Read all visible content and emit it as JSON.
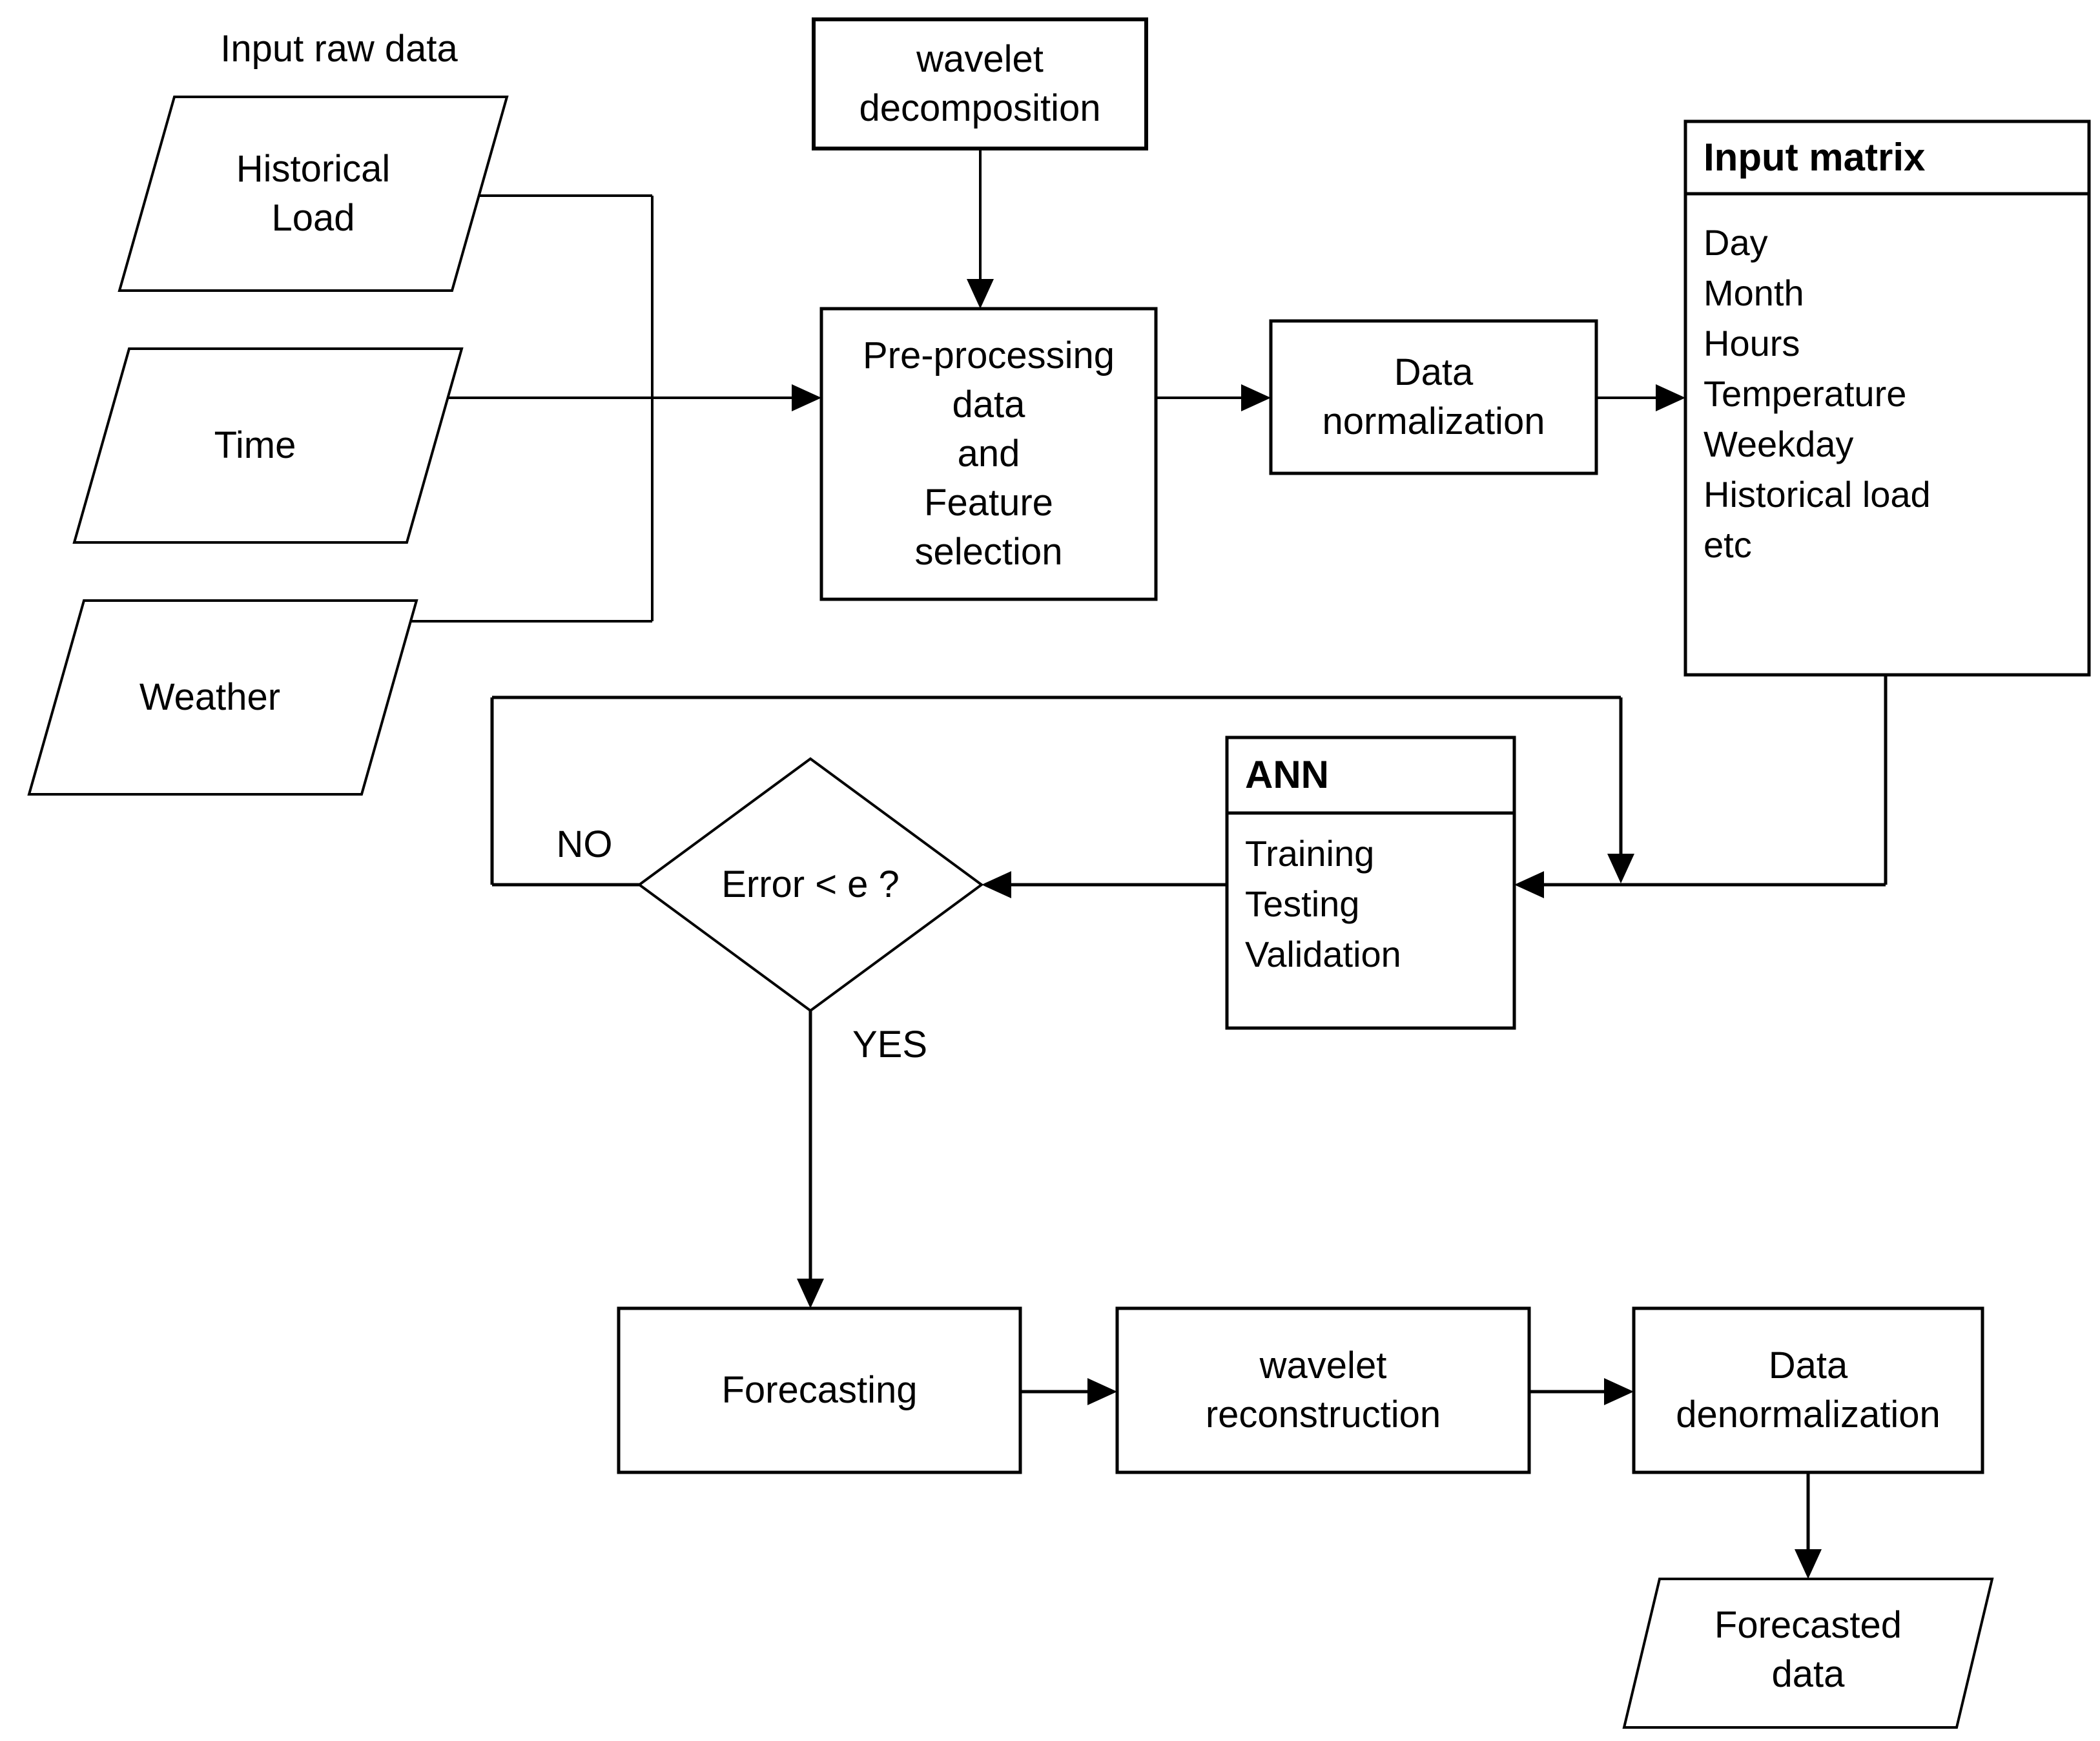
{
  "diagram": {
    "background": "#ffffff",
    "line_color": "#000000",
    "input_group_label": "Input raw data",
    "sources": {
      "historical_load": "Historical\nLoad",
      "time": "Time",
      "weather": "Weather"
    },
    "process": {
      "wavelet_decomposition": "wavelet\ndecomposition",
      "preprocessing": "Pre-processing\ndata\nand\nFeature\nselection",
      "data_normalization": "Data\nnormalization",
      "forecasting": "Forecasting",
      "wavelet_reconstruction": "wavelet\nreconstruction",
      "data_denormalization": "Data\ndenormalization"
    },
    "input_matrix": {
      "title": "Input matrix",
      "items": [
        "Day",
        "Month",
        "Hours",
        "Temperature",
        "Weekday",
        "Historical load",
        "etc"
      ]
    },
    "ann": {
      "title": "ANN",
      "items": [
        "Training",
        "Testing",
        "Validation"
      ]
    },
    "decision": {
      "question": "Error < e ?",
      "no_label": "NO",
      "yes_label": "YES"
    },
    "output": {
      "forecasted_data": "Forecasted\ndata"
    }
  }
}
